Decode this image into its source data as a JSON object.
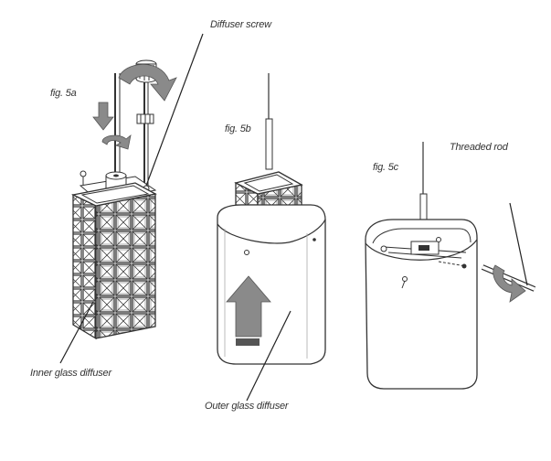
{
  "labels": {
    "diffuser_screw": "Diffuser screw",
    "fig5a": "fig. 5a",
    "fig5b": "fig. 5b",
    "fig5c": "fig. 5c",
    "threaded_rod": "Threaded rod",
    "inner_glass_diffuser": "Inner glass diffuser",
    "outer_glass_diffuser": "Outer glass diffuser"
  },
  "colors": {
    "ink": "#333333",
    "arrow_gray": "#8a8a8a",
    "light_gray": "#d4d4d4",
    "dark": "#1a1a1a",
    "background": "#ffffff"
  },
  "icons": [
    "rotate-arrow-icon",
    "down-arrow-icon",
    "up-arrow-icon"
  ]
}
